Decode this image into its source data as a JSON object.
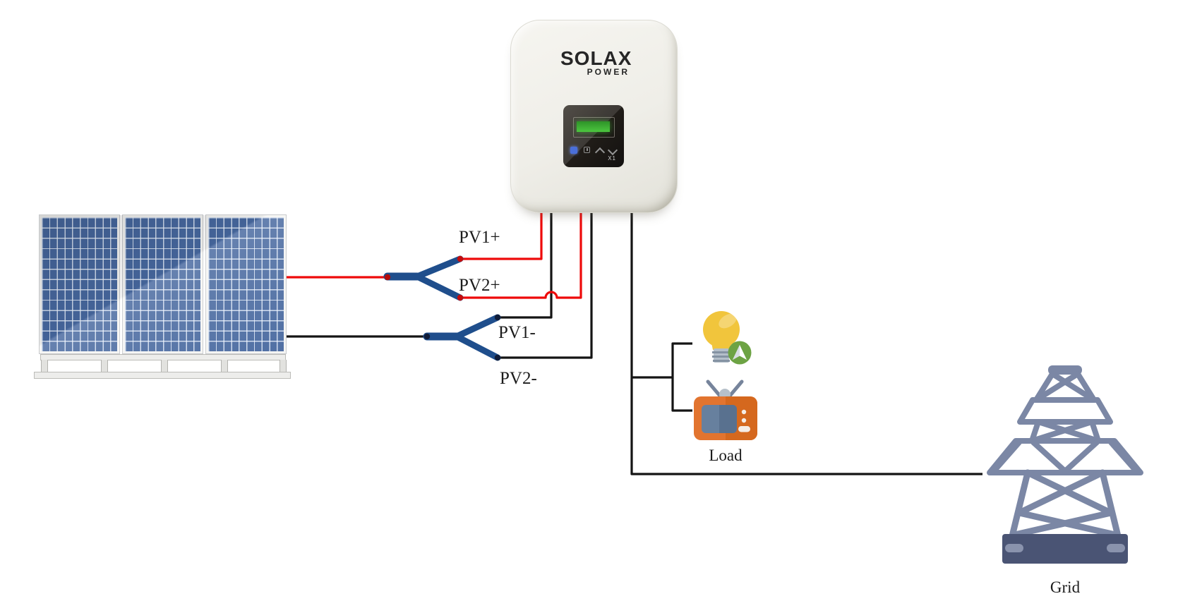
{
  "diagram": {
    "labels": {
      "pv1_plus": "PV1+",
      "pv2_plus": "PV2+",
      "pv1_minus": "PV1-",
      "pv2_minus": "PV2-",
      "load": "Load",
      "grid": "Grid"
    },
    "inverter": {
      "brand": "SOLAX",
      "brand_sub": "POWER",
      "model": "X1"
    },
    "icons": {
      "left": "solar-panel-array",
      "center": "solax-inverter",
      "load_top": "light-bulb-with-green-arrow-badge",
      "load_bottom": "tv-icon",
      "right": "grid-tower-icon"
    },
    "colors": {
      "wire_positive": "#ee0a0a",
      "wire_negative": "#141414",
      "connector_navy": "#1f4e8c",
      "panel_blue": "#47689f",
      "tower_slate": "#7b87a5",
      "tower_base": "#4a5474",
      "tv_orange": "#e2742f",
      "bulb_yellow": "#f1c53c",
      "badge_green": "#6da344",
      "lcd_green": "#3fbf36",
      "button_blue": "#4a6fd9"
    }
  }
}
